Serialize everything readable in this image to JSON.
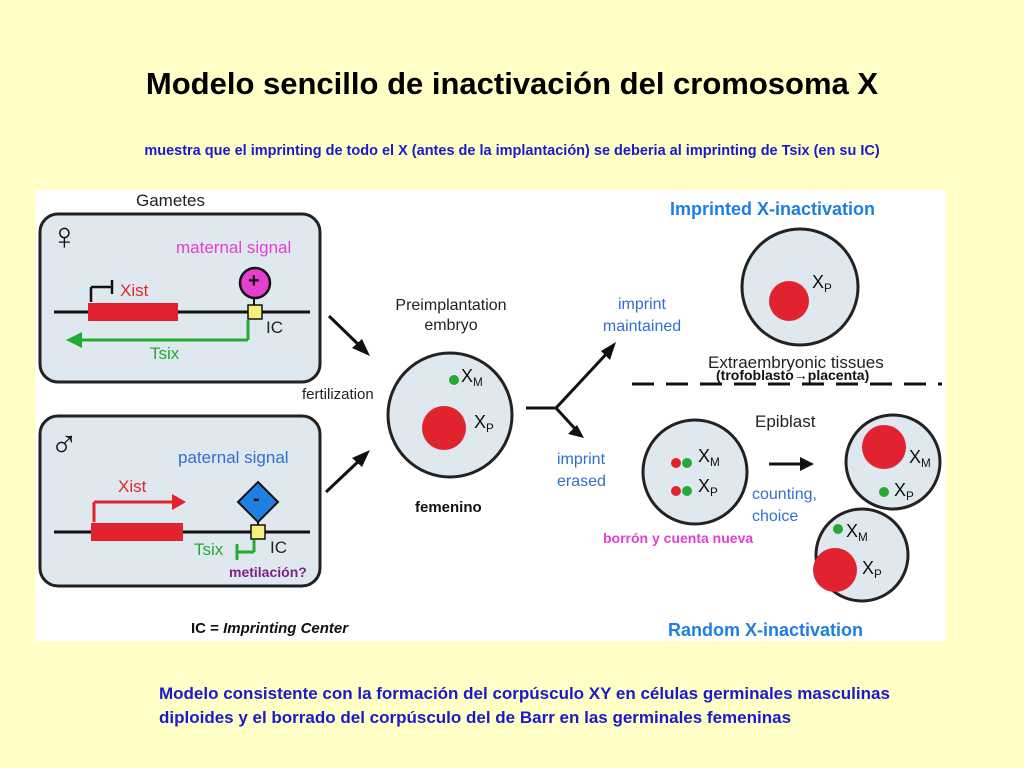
{
  "title": "Modelo sencillo de inactivación del cromosoma X",
  "subtitle": "muestra que el imprinting de todo el X (antes de la implantación) se deberia al imprinting de Tsix (en su IC)",
  "caption": "Modelo consistente con la formación del corpúsculo XY en células germinales masculinas diploides y el borrado del corpúsculo del de Barr en las germinales femeninas",
  "diagram": {
    "gametes": "Gametes",
    "female_symbol": "♀",
    "male_symbol": "♂",
    "maternal_signal": "maternal signal",
    "paternal_signal": "paternal signal",
    "plus": "+",
    "minus": "-",
    "xist": "Xist",
    "tsix": "Tsix",
    "ic": "IC",
    "metilacion": "metilación?",
    "ic_legend_prefix": "IC = ",
    "ic_legend_term": "Imprinting Center",
    "fertilization": "fertilization",
    "preimplantation_line1": "Preimplantation",
    "preimplantation_line2": "embryo",
    "femenino": "femenino",
    "imprint_maintained_line1": "imprint",
    "imprint_maintained_line2": "maintained",
    "imprint_erased_line1": "imprint",
    "imprint_erased_line2": "erased",
    "borron": "borrón y cuenta nueva",
    "imprinted_x": "Imprinted X-inactivation",
    "random_x": "Random X-inactivation",
    "extraembryonic": "Extraembryonic tissues",
    "trofoblasto": "(trofoblasto→placenta)",
    "epiblast": "Epiblast",
    "counting_line1": "counting,",
    "counting_line2": "choice",
    "x": "X",
    "sub_m": "M",
    "sub_p": "P"
  },
  "colors": {
    "background": "#ffffc6",
    "title_blue": "#1a1acc",
    "red": "#e0232f",
    "green": "#22aa33",
    "pink": "#e43fd1",
    "diamond_blue": "#1f7fe0",
    "box_yellow": "#f4f07a"
  }
}
